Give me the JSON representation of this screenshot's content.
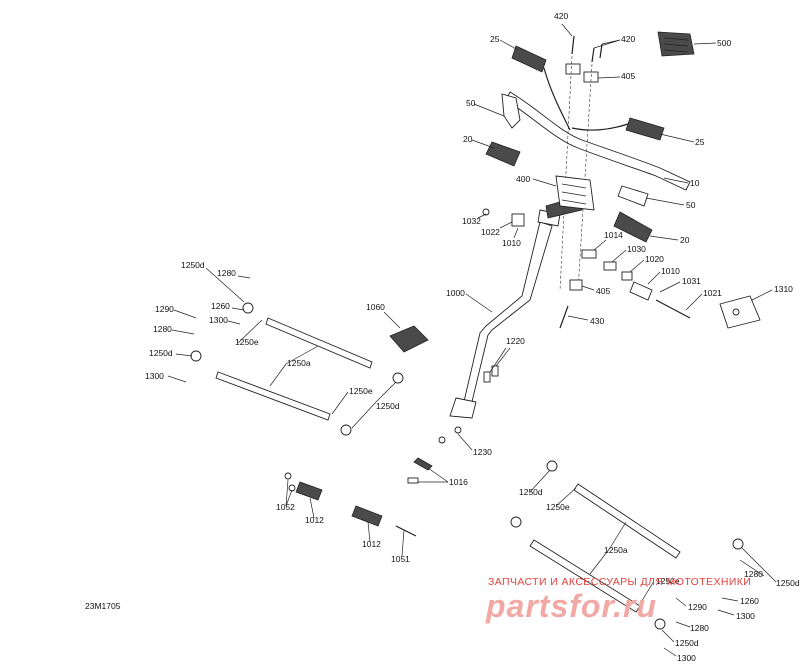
{
  "drawing_code": "23M1705",
  "watermark": {
    "caption": "ЗАПЧАСТИ И АКСЕССУАРЫ ДЛЯ МОТОТЕХНИКИ",
    "logo_text": "partsfor.ru",
    "color": "#e8413a",
    "logo_color": "#f2a9a5"
  },
  "callouts": [
    "420",
    "420",
    "25",
    "500",
    "405",
    "50",
    "25",
    "20",
    "10",
    "400",
    "50",
    "1032",
    "1022",
    "1010",
    "20",
    "1014",
    "1030",
    "1020",
    "1010",
    "1031",
    "1021",
    "1310",
    "405",
    "430",
    "1000",
    "1250d",
    "1280",
    "1260",
    "1290",
    "1300",
    "1280",
    "1250e",
    "1250d",
    "1300",
    "1060",
    "1250a",
    "1250e",
    "1250d",
    "1220",
    "1230",
    "1016",
    "1052",
    "1012",
    "1012",
    "1051",
    "1250d",
    "1250e",
    "1250a",
    "1250d",
    "1280",
    "1260",
    "1290",
    "1300",
    "1280",
    "1250e",
    "1250d",
    "1300"
  ]
}
